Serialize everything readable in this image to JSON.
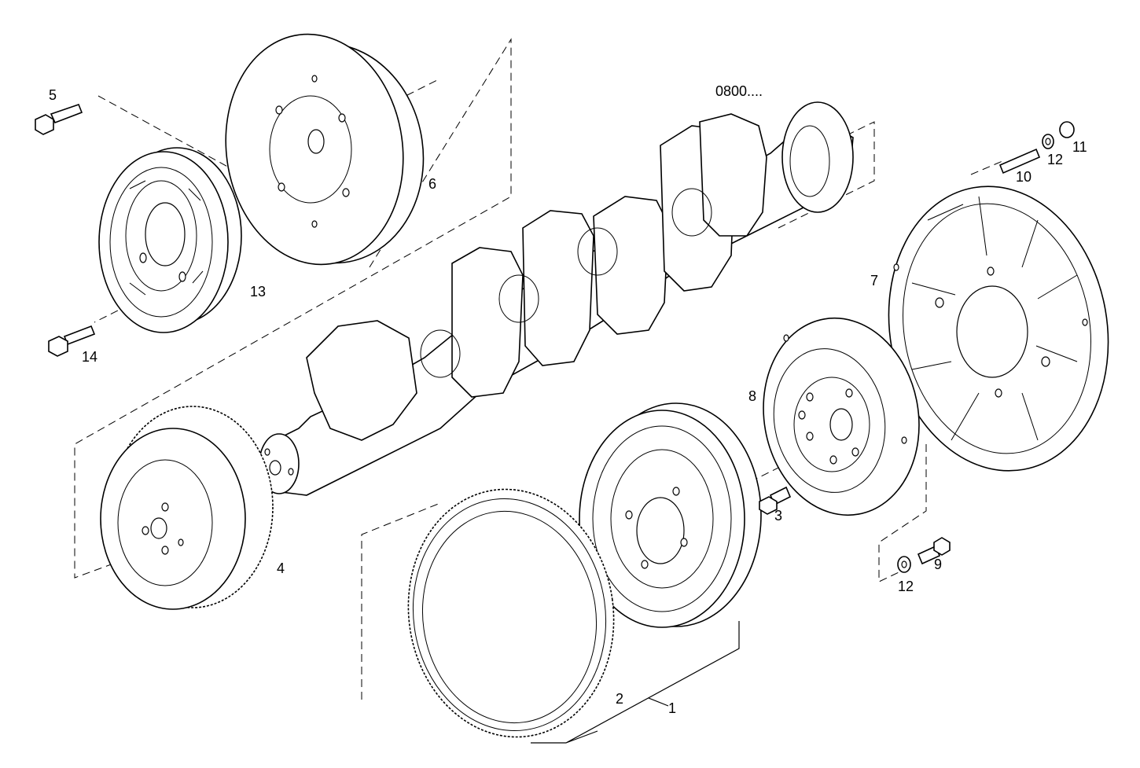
{
  "reference": "0800....",
  "callouts": [
    "1",
    "2",
    "3",
    "4",
    "5",
    "6",
    "7",
    "8",
    "9",
    "10",
    "11",
    "12",
    "12",
    "13",
    "14"
  ]
}
